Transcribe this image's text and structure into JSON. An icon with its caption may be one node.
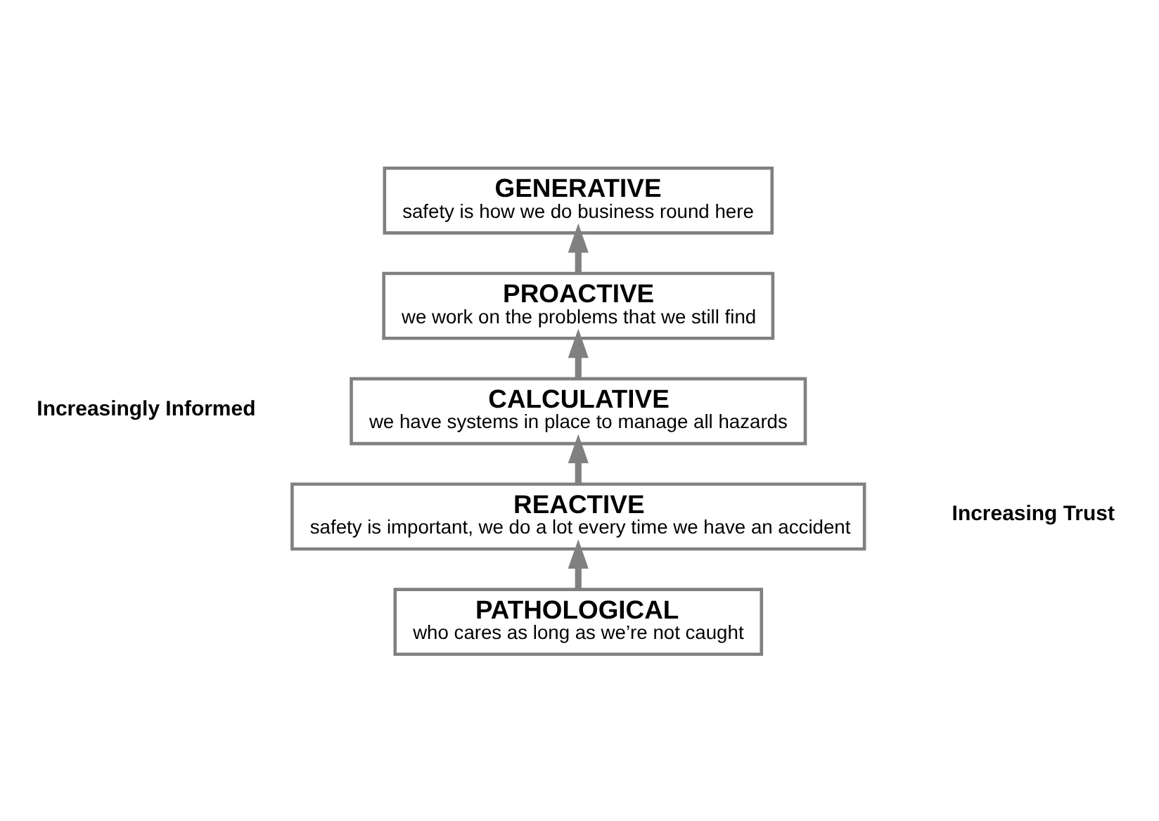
{
  "diagram": {
    "nodes": [
      {
        "text": [
          "PATHOLOGICAL",
          "who cares as long as we’re not caught"
        ]
      },
      {
        "text": [
          "REACTIVE",
          "safety is important, we do a lot every time we have an accident"
        ]
      },
      {
        "text": [
          "CALCULATIVE",
          "we have systems in place to manage all hazards"
        ]
      },
      {
        "text": [
          "PROACTIVE",
          "we work on the problems that we still find"
        ]
      },
      {
        "text": [
          "GENERATIVE",
          "safety is how we do business round here"
        ]
      }
    ],
    "edges": [
      {
        "from": 0,
        "to": 1,
        "arrow": "to"
      },
      {
        "from": 1,
        "to": 2,
        "arrow": "to"
      },
      {
        "from": 2,
        "to": 3,
        "arrow": "to"
      },
      {
        "from": 3,
        "to": 4,
        "arrow": "to"
      }
    ],
    "labels": [
      "Increasingly Informed",
      "Increasing Trust"
    ]
  }
}
